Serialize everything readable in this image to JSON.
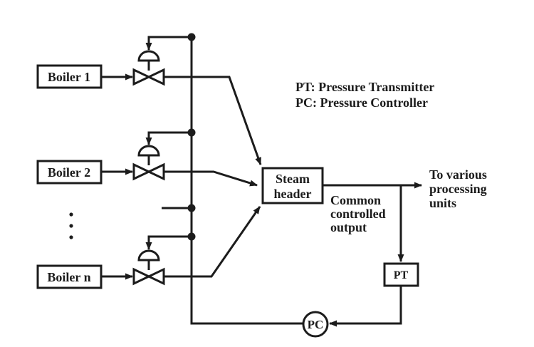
{
  "colors": {
    "ink": "#1c1c1c",
    "background": "#ffffff"
  },
  "boilers": [
    {
      "label": "Boiler 1"
    },
    {
      "label": "Boiler 2"
    },
    {
      "label": "Boiler n"
    }
  ],
  "legend": {
    "line1": "PT: Pressure Transmitter",
    "line2": "PC: Pressure Controller"
  },
  "steam_header": {
    "line1": "Steam",
    "line2": "header"
  },
  "common_output": {
    "line1": "Common",
    "line2": "controlled",
    "line3": "output"
  },
  "destination": {
    "line1": "To various",
    "line2": "processing",
    "line3": "units"
  },
  "instruments": {
    "pt": "PT",
    "pc": "PC"
  }
}
